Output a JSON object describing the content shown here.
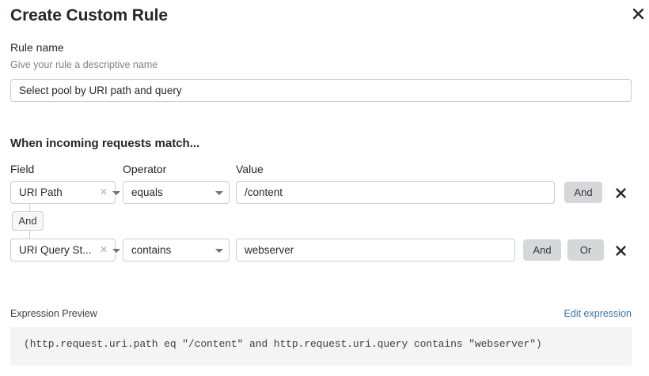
{
  "dialog": {
    "title": "Create Custom Rule",
    "close_icon": "close-icon"
  },
  "rule_name": {
    "label": "Rule name",
    "help": "Give your rule a descriptive name",
    "value": "Select pool by URI path and query",
    "placeholder": "Give your rule a descriptive name"
  },
  "match_section": {
    "heading": "When incoming requests match...",
    "columns": {
      "field": "Field",
      "operator": "Operator",
      "value": "Value"
    },
    "group_connector": "And",
    "rows": [
      {
        "field": "URI Path",
        "field_clear_icon": "close-small-icon",
        "field_chevron_icon": "chevron-down-icon",
        "operator": "equals",
        "operator_chevron_icon": "chevron-down-icon",
        "value": "/content",
        "and_label": "And",
        "delete_icon": "close-icon"
      },
      {
        "field": "URI Query St...",
        "field_clear_icon": "close-small-icon",
        "field_chevron_icon": "chevron-down-icon",
        "operator": "contains",
        "operator_chevron_icon": "chevron-down-icon",
        "value": "webserver",
        "and_label": "And",
        "or_label": "Or",
        "delete_icon": "close-icon"
      }
    ]
  },
  "expression_preview": {
    "label": "Expression Preview",
    "edit_link": "Edit expression",
    "expression": "(http.request.uri.path eq \"/content\" and http.request.uri.query contains \"webserver\")"
  },
  "colors": {
    "link": "#3a76a8",
    "button_grey": "#d5d7d8",
    "code_background": "#f4f4f4",
    "border": "#c8cdd1"
  }
}
